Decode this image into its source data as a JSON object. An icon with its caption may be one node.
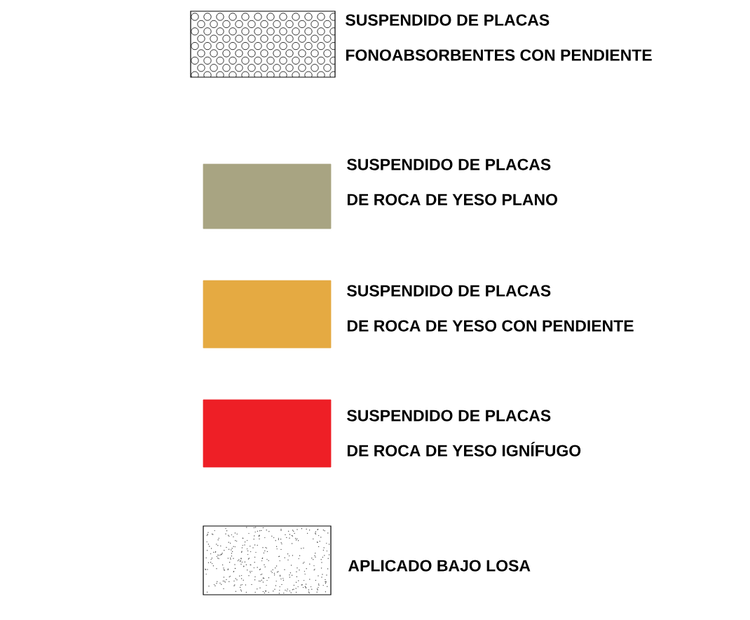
{
  "diagram": {
    "legend": [
      {
        "text": "SUSPENDIDO DE PLACAS FONOABSORBENTES CON PENDIENTE"
      },
      {
        "text": "SUSPENDIDO DE PLACAS DE ROCA DE YESO PLANO",
        "color": "#a8a482"
      },
      {
        "text": "SUSPENDIDO DE PLACAS DE ROCA DE YESO CON PENDIENTE",
        "color": "#e5aa42"
      },
      {
        "text": "SUSPENDIDO DE PLACAS DE ROCA DE YESO IGNÍFUGO",
        "color": "#ee1f26"
      },
      {
        "text": "APLICADO BAJO LOSA"
      }
    ]
  }
}
